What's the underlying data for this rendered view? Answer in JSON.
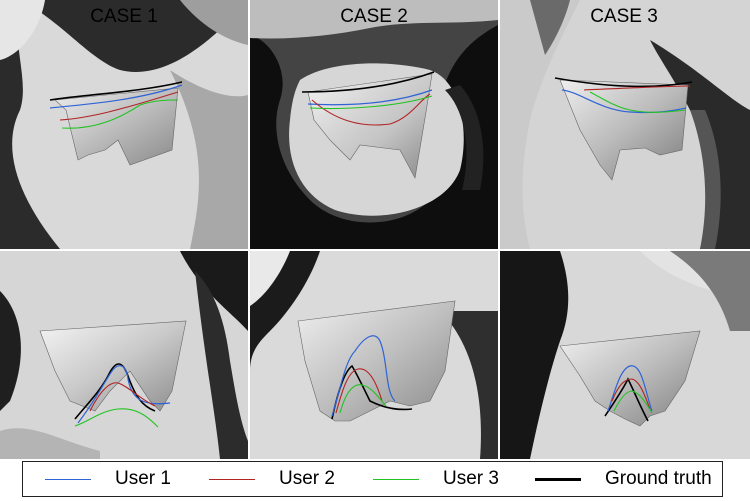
{
  "cases": [
    {
      "title": "CASE 1"
    },
    {
      "title": "CASE 2"
    },
    {
      "title": "CASE 3"
    }
  ],
  "legend": [
    {
      "label": "User 1",
      "color": "#2f63d6"
    },
    {
      "label": "User 2",
      "color": "#b22424"
    },
    {
      "label": "User 3",
      "color": "#22c322"
    },
    {
      "label": "Ground truth",
      "color": "#000000"
    }
  ],
  "colors": {
    "tissue_light": "#d8d8d8",
    "tissue_mid": "#9a9a9a",
    "background_dark": "#111111",
    "valve_surface": "#cfcfcf"
  }
}
